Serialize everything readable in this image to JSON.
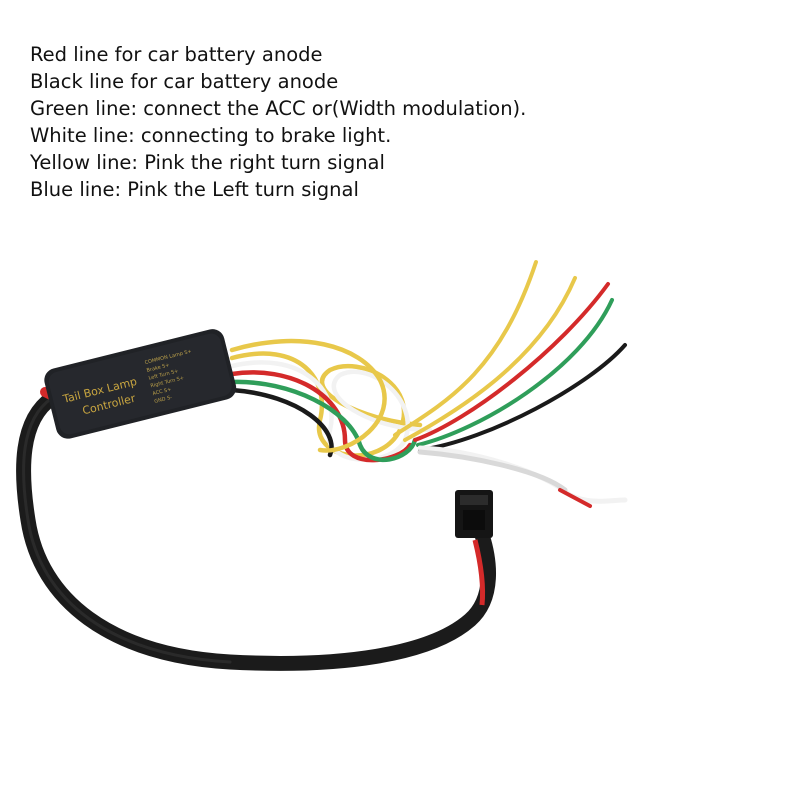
{
  "caption": {
    "lines": [
      "Red line for car battery anode",
      "Black line for car battery anode",
      "Green line: connect the ACC or(Width modulation).",
      "White line: connecting to brake light.",
      "Yellow line: Pink the right turn signal",
      "Blue line: Pink the Left turn signal"
    ]
  },
  "controller": {
    "title_line1": "Tail Box Lamp",
    "title_line2": "Controller",
    "pin_labels": [
      "COMMON Lamp S+",
      "Brake S+",
      "Left Turn S+",
      "Right Turn S+",
      "ACC S+",
      "GND S-"
    ]
  },
  "colors": {
    "red": "#d42a2a",
    "black": "#1a1a1a",
    "green": "#2f9e5a",
    "white": "#f2f2f2",
    "yellow": "#e8c84a",
    "blue": "#3a6fb8",
    "housing": "#202226",
    "label_text": "#c9a640"
  }
}
